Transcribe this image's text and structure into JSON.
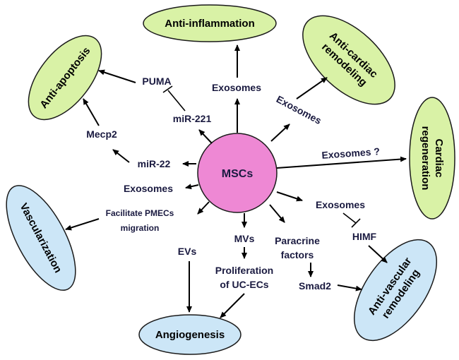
{
  "colors": {
    "green_fill": "#d9f2a6",
    "blue_fill": "#cce6f7",
    "center_fill": "#ee88d4",
    "outline": "#1a1a1a",
    "text": "#1a1a40"
  },
  "center": {
    "label": "MSCs"
  },
  "outcomes": {
    "anti_inflammation": "Anti-inflammation",
    "anti_apoptosis": "Anti-apoptosis",
    "anti_cardiac_1": "Anti-cardiac",
    "anti_cardiac_2": "remodeling",
    "cardiac_regen_1": "Cardiac",
    "cardiac_regen_2": "regeneration",
    "vascularization": "Vascularization",
    "angiogenesis": "Angiogenesis",
    "anti_vascular_1": "Anti-vascular",
    "anti_vascular_2": "remodeling"
  },
  "mediators": {
    "exosomes_top": "Exosomes",
    "exosomes_upper_right": "Exosomes",
    "exosomes_question": "Exosomes ?",
    "exosomes_left": "Exosomes",
    "exosomes_right": "Exosomes",
    "puma": "PUMA",
    "mir221": "miR-221",
    "mecp2": "Mecp2",
    "mir22": "miR-22",
    "facilitate_1": "Facilitate PMECs",
    "facilitate_2": "migration",
    "evs": "EVs",
    "mvs": "MVs",
    "prolif_1": "Proliferation",
    "prolif_2": "of UC-ECs",
    "paracrine_1": "Paracrine",
    "paracrine_2": "factors",
    "smad2": "Smad2",
    "himf": "HIMF"
  }
}
